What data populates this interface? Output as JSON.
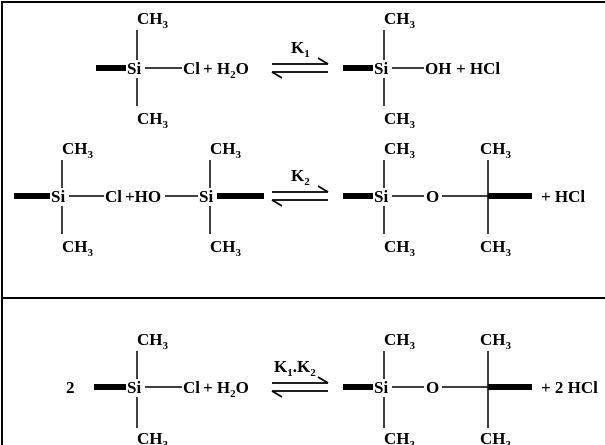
{
  "colors": {
    "ink": "#000000",
    "background": "#ffffff"
  },
  "atoms": {
    "si": "Si",
    "o": "O",
    "cl": "Cl",
    "oh": "OH",
    "ho": "HO",
    "ch": "CH",
    "three": "3"
  },
  "reaction1": {
    "lhs_tail": "+ H",
    "lhs_sub": "2",
    "lhs_o": "O",
    "k_letter": "K",
    "k_sub": "1",
    "rhs_tail": "+ HCl"
  },
  "reaction2": {
    "plus_ho": "+HO",
    "k_letter": "K",
    "k_sub": "2",
    "rhs_tail": "+ HCl"
  },
  "overall": {
    "coefficient": "2",
    "lhs_tail": "+ H",
    "lhs_sub": "2",
    "lhs_o": "O",
    "k_a": "K",
    "k_a_sub": "1",
    "k_dot": ".K",
    "k_b_sub": "2",
    "rhs_tail": "+ 2 HCl"
  }
}
